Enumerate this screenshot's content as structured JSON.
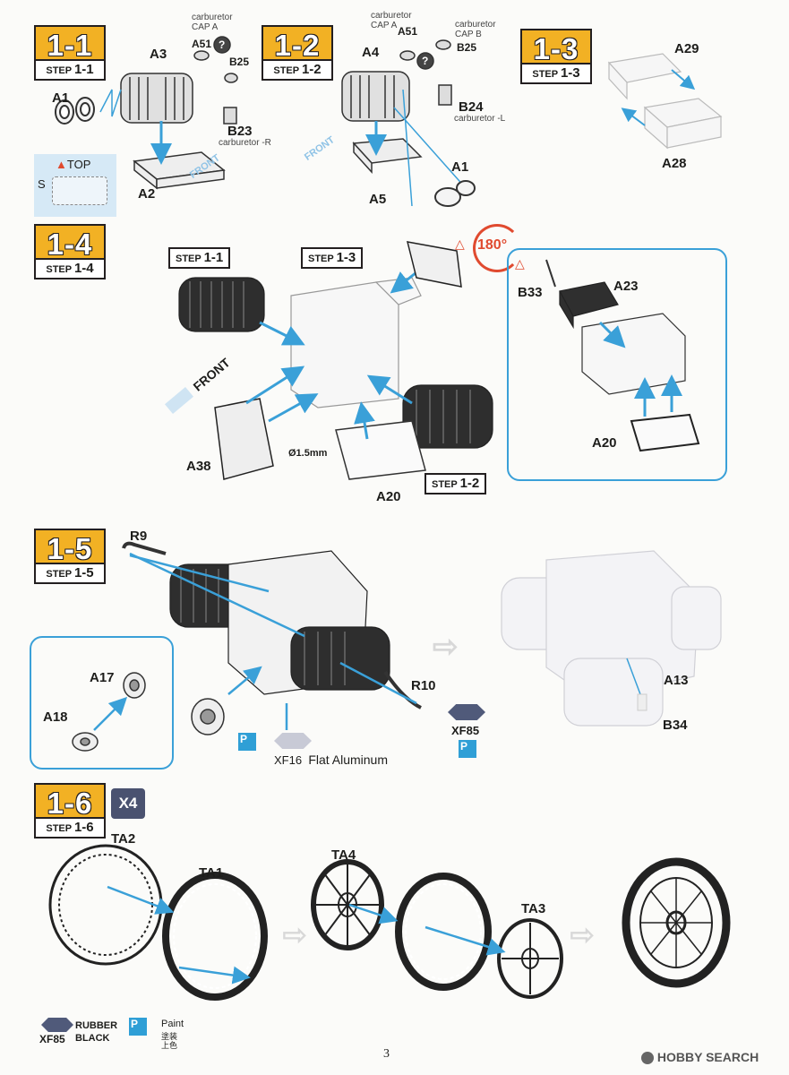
{
  "steps": {
    "s11": {
      "num": "1-1",
      "label_word": "STEP",
      "label_num": "1-1"
    },
    "s12": {
      "num": "1-2",
      "label_word": "STEP",
      "label_num": "1-2"
    },
    "s13": {
      "num": "1-3",
      "label_word": "STEP",
      "label_num": "1-3"
    },
    "s14": {
      "num": "1-4",
      "label_word": "STEP",
      "label_num": "1-4"
    },
    "s15": {
      "num": "1-5",
      "label_word": "STEP",
      "label_num": "1-5"
    },
    "s16": {
      "num": "1-6",
      "label_word": "STEP",
      "label_num": "1-6"
    }
  },
  "step11": {
    "A3": "A3",
    "A1": "A1",
    "A2": "A2",
    "A51": "A51",
    "B25": "B25",
    "B23": "B23",
    "carb_cap": "carburetor\nCAP A",
    "carb_r": "carburetor -R",
    "top": "TOP",
    "s": "S",
    "front": "FRONT"
  },
  "step12": {
    "A4": "A4",
    "A5": "A5",
    "A1": "A1",
    "A51": "A51",
    "B25": "B25",
    "B24": "B24",
    "carb_cap_a": "carburetor\nCAP A",
    "carb_cap_b": "carburetor\nCAP B",
    "carb_l": "carburetor -L",
    "front": "FRONT"
  },
  "step13": {
    "A29": "A29",
    "A28": "A28"
  },
  "step14": {
    "ref11_word": "STEP",
    "ref11_num": "1-1",
    "ref13_word": "STEP",
    "ref13_num": "1-3",
    "ref12_word": "STEP",
    "ref12_num": "1-2",
    "front": "FRONT",
    "A38": "A38",
    "A20": "A20",
    "A20b": "A20",
    "B33": "B33",
    "A23": "A23",
    "rot": "180°",
    "dia": "Ø1.5mm"
  },
  "step15": {
    "R9": "R9",
    "R10": "R10",
    "A17": "A17",
    "A18": "A18",
    "A13": "A13",
    "B34": "B34",
    "xf85": "XF85",
    "xf16": "XF16",
    "xf16_name": "Flat Aluminum",
    "p": "P"
  },
  "step16": {
    "mult": "X4",
    "TA2": "TA2",
    "TA1": "TA1",
    "TA4": "TA4",
    "TA3": "TA3",
    "rubber": "RUBBER",
    "black": "BLACK",
    "xf85": "XF85",
    "paint": "Paint",
    "paint_jp1": "塗装",
    "paint_jp2": "上色",
    "p": "P"
  },
  "footer": {
    "page": "3",
    "brand": "HOBBY SEARCH"
  },
  "colors": {
    "step_yellow": "#f2b124",
    "arrow_blue": "#3aa0d8",
    "paint_dark": "#505a7a",
    "paint_light": "#c8cad6"
  }
}
